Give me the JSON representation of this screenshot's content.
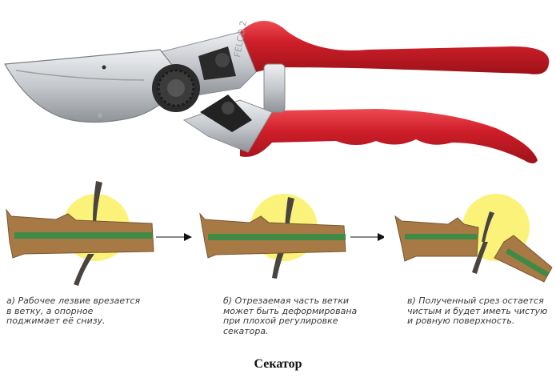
{
  "figure": {
    "title": "Секатор",
    "illustration": {
      "subject": "pruning-shears",
      "brand_marking": "FELCO 2",
      "handle_color": "#d0202a",
      "blade_color": "#c8c9cc"
    },
    "steps": [
      {
        "id": "a",
        "caption": "а) Рабочее лезвие врезается\nв ветку, а опорное\nподжимает её снизу."
      },
      {
        "id": "b",
        "caption": "б) Отрезаемая часть ветки\nможет быть деформирована\nпри плохой регулировке\nсекатора."
      },
      {
        "id": "c",
        "caption": "в) Полученный срез остается\nчистым и будет иметь чистую\nи ровную поверхность."
      }
    ],
    "colors": {
      "highlight_circle": "#fbf27a",
      "branch_wood": "#a77a45",
      "branch_core": "#3f8a45",
      "blade": "#4a4440",
      "arrow": "#111111"
    }
  }
}
